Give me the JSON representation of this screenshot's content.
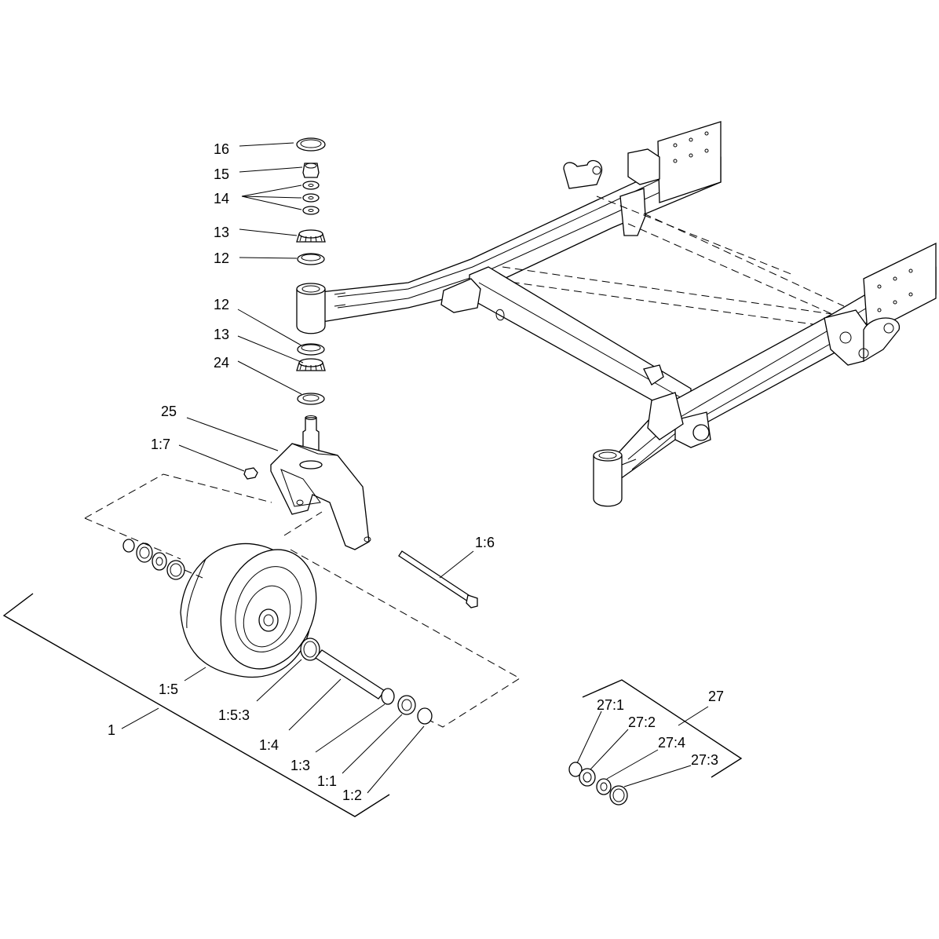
{
  "callouts": [
    {
      "id": "c16",
      "text": "16"
    },
    {
      "id": "c15",
      "text": "15"
    },
    {
      "id": "c14",
      "text": "14"
    },
    {
      "id": "c13a",
      "text": "13"
    },
    {
      "id": "c12a",
      "text": "12"
    },
    {
      "id": "c12b",
      "text": "12"
    },
    {
      "id": "c13b",
      "text": "13"
    },
    {
      "id": "c24",
      "text": "24"
    },
    {
      "id": "c25",
      "text": "25"
    },
    {
      "id": "c1_7",
      "text": "1:7"
    },
    {
      "id": "c1_6",
      "text": "1:6"
    },
    {
      "id": "c1_5",
      "text": "1:5"
    },
    {
      "id": "c1",
      "text": "1"
    },
    {
      "id": "c1_5_3",
      "text": "1:5:3"
    },
    {
      "id": "c1_4",
      "text": "1:4"
    },
    {
      "id": "c1_3",
      "text": "1:3"
    },
    {
      "id": "c1_1",
      "text": "1:1"
    },
    {
      "id": "c1_2",
      "text": "1:2"
    },
    {
      "id": "c27",
      "text": "27"
    },
    {
      "id": "c27_1",
      "text": "27:1"
    },
    {
      "id": "c27_2",
      "text": "27:2"
    },
    {
      "id": "c27_4",
      "text": "27:4"
    },
    {
      "id": "c27_3",
      "text": "27:3"
    }
  ]
}
